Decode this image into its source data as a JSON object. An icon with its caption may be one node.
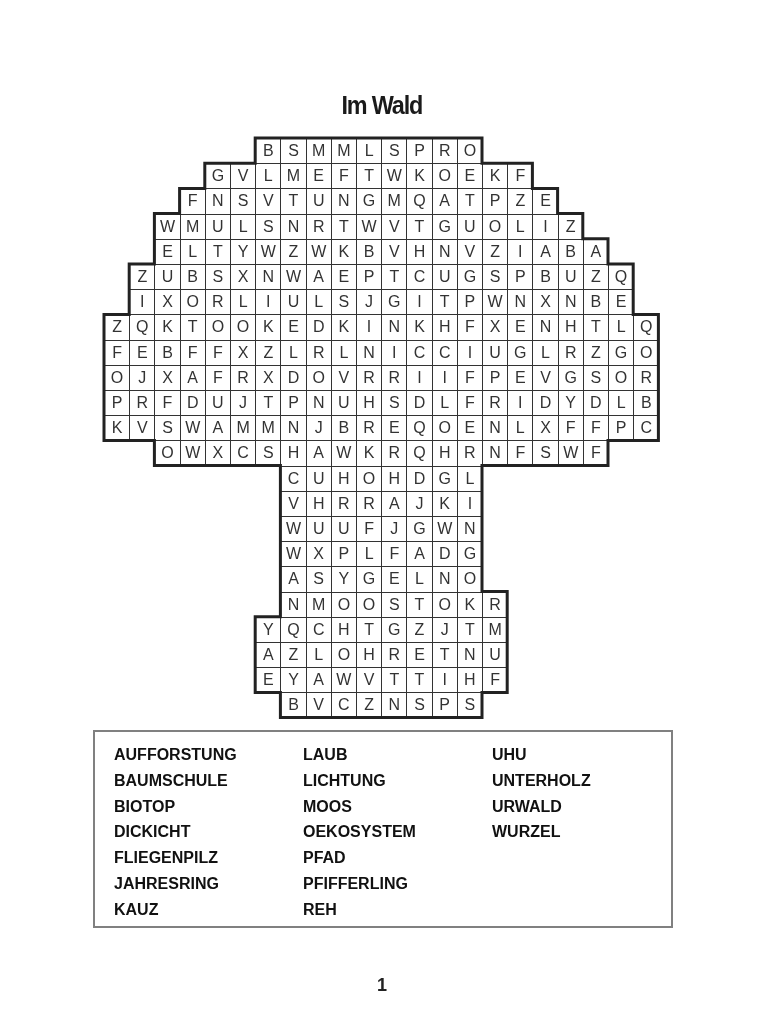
{
  "diagram": {
    "title": "Im Wald",
    "nodes": [
      {
        "text": [
          "AUFFORSTUNG",
          "BAUMSCHULE",
          "BIOTOP",
          "DICKICHT",
          "FLIEGENPILZ",
          "JAHRESRING",
          "KAUZ",
          "LAUB",
          "LICHTUNG",
          "MOOS",
          "OEKOSYSTEM",
          "PFAD",
          "PFIFFERLING",
          "REH",
          "UHU",
          "UNTERHOLZ",
          "URWALD",
          "WURZEL"
        ]
      }
    ],
    "labels": [
      "B",
      "S",
      "M",
      "M",
      "L",
      "S",
      "P",
      "R",
      "O",
      "G",
      "V",
      "L",
      "M",
      "E",
      "F",
      "T",
      "W",
      "K",
      "O",
      "E",
      "K",
      "F",
      "F",
      "N",
      "S",
      "V",
      "T",
      "U",
      "N",
      "G",
      "M",
      "Q",
      "A",
      "T",
      "P",
      "Z",
      "E",
      "W",
      "M",
      "U",
      "L",
      "S",
      "N",
      "R",
      "T",
      "W",
      "V",
      "T",
      "G",
      "U",
      "O",
      "L",
      "I",
      "Z",
      "E",
      "L",
      "T",
      "Y",
      "W",
      "Z",
      "W",
      "K",
      "B",
      "V",
      "H",
      "N",
      "V",
      "Z",
      "I",
      "A",
      "B",
      "A",
      "Z",
      "U",
      "B",
      "S",
      "X",
      "N",
      "W",
      "A",
      "E",
      "P",
      "T",
      "C",
      "U",
      "G",
      "S",
      "P",
      "B",
      "U",
      "Z",
      "Q",
      "I",
      "X",
      "O",
      "R",
      "L",
      "I",
      "U",
      "L",
      "S",
      "J",
      "G",
      "I",
      "T",
      "P",
      "W",
      "N",
      "X",
      "N",
      "B",
      "E",
      "Z",
      "Q",
      "K",
      "T",
      "O",
      "O",
      "K",
      "E",
      "D",
      "K",
      "I",
      "N",
      "K",
      "H",
      "F",
      "X",
      "E",
      "N",
      "H",
      "T",
      "L",
      "Q",
      "F",
      "E",
      "B",
      "F",
      "F",
      "X",
      "Z",
      "L",
      "R",
      "L",
      "N",
      "I",
      "C",
      "C",
      "I",
      "U",
      "G",
      "L",
      "R",
      "Z",
      "G",
      "O",
      "O",
      "J",
      "X",
      "A",
      "F",
      "R",
      "X",
      "D",
      "O",
      "V",
      "R",
      "R",
      "I",
      "I",
      "F",
      "P",
      "E",
      "V",
      "G",
      "S",
      "O",
      "R",
      "P",
      "R",
      "F",
      "D",
      "U",
      "J",
      "T",
      "P",
      "N",
      "U",
      "H",
      "S",
      "D",
      "L",
      "F",
      "R",
      "I",
      "D",
      "Y",
      "D",
      "L",
      "B",
      "K",
      "V",
      "S",
      "W",
      "A",
      "M",
      "M",
      "N",
      "J",
      "B",
      "R",
      "E",
      "Q",
      "O",
      "E",
      "N",
      "L",
      "X",
      "F",
      "F",
      "P",
      "C",
      "O",
      "W",
      "X",
      "C",
      "S",
      "H",
      "A",
      "W",
      "K",
      "R",
      "Q",
      "H",
      "R",
      "N",
      "F",
      "S",
      "W",
      "F",
      "C",
      "U",
      "H",
      "O",
      "H",
      "D",
      "G",
      "L",
      "V",
      "H",
      "R",
      "R",
      "A",
      "J",
      "K",
      "I",
      "W",
      "U",
      "U",
      "F",
      "J",
      "G",
      "W",
      "N",
      "W",
      "X",
      "P",
      "L",
      "F",
      "A",
      "D",
      "G",
      "A",
      "S",
      "Y",
      "G",
      "E",
      "L",
      "N",
      "O",
      "N",
      "M",
      "O",
      "O",
      "S",
      "T",
      "O",
      "K",
      "R",
      "Y",
      "Q",
      "C",
      "H",
      "T",
      "G",
      "Z",
      "J",
      "T",
      "M",
      "A",
      "Z",
      "L",
      "O",
      "H",
      "R",
      "E",
      "T",
      "N",
      "U",
      "E",
      "Y",
      "A",
      "W",
      "V",
      "T",
      "T",
      "I",
      "H",
      "F",
      "B",
      "V",
      "C",
      "Z",
      "N",
      "S",
      "P",
      "S",
      "1"
    ]
  }
}
